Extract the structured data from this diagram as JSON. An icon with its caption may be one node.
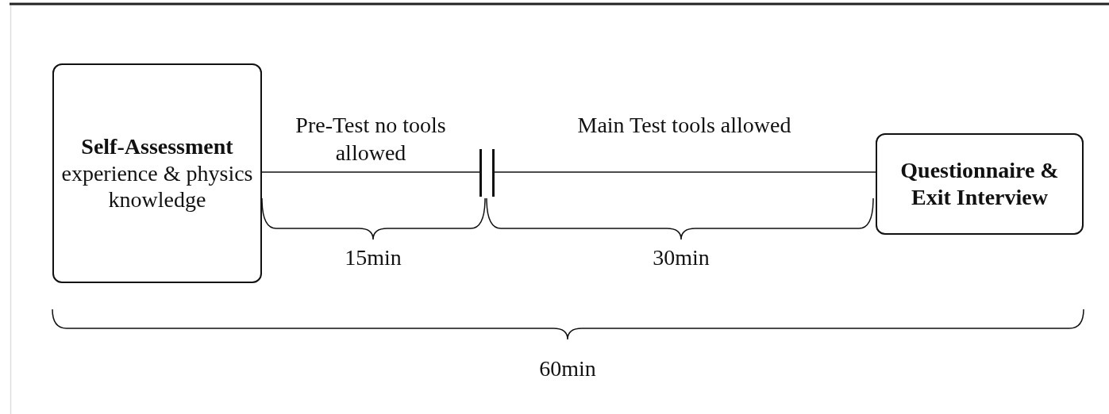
{
  "diagram": {
    "nodes": [
      {
        "text": [
          "Self-Assessment",
          "experience & physics knowledge"
        ]
      },
      {
        "text": [
          "Questionnaire & Exit Interview"
        ]
      },
      {
        "text": [],
        "shape": "bar"
      },
      {
        "text": [],
        "shape": "bar"
      }
    ],
    "edges": [
      {
        "from": 0,
        "to": 2,
        "arrow": "none",
        "label": "Pre-Test no tools allowed"
      },
      {
        "from": 3,
        "to": 1,
        "arrow": "none",
        "label": "Main Test tools allowed"
      }
    ],
    "labels": [
      "15min",
      "30min",
      "60min"
    ]
  }
}
